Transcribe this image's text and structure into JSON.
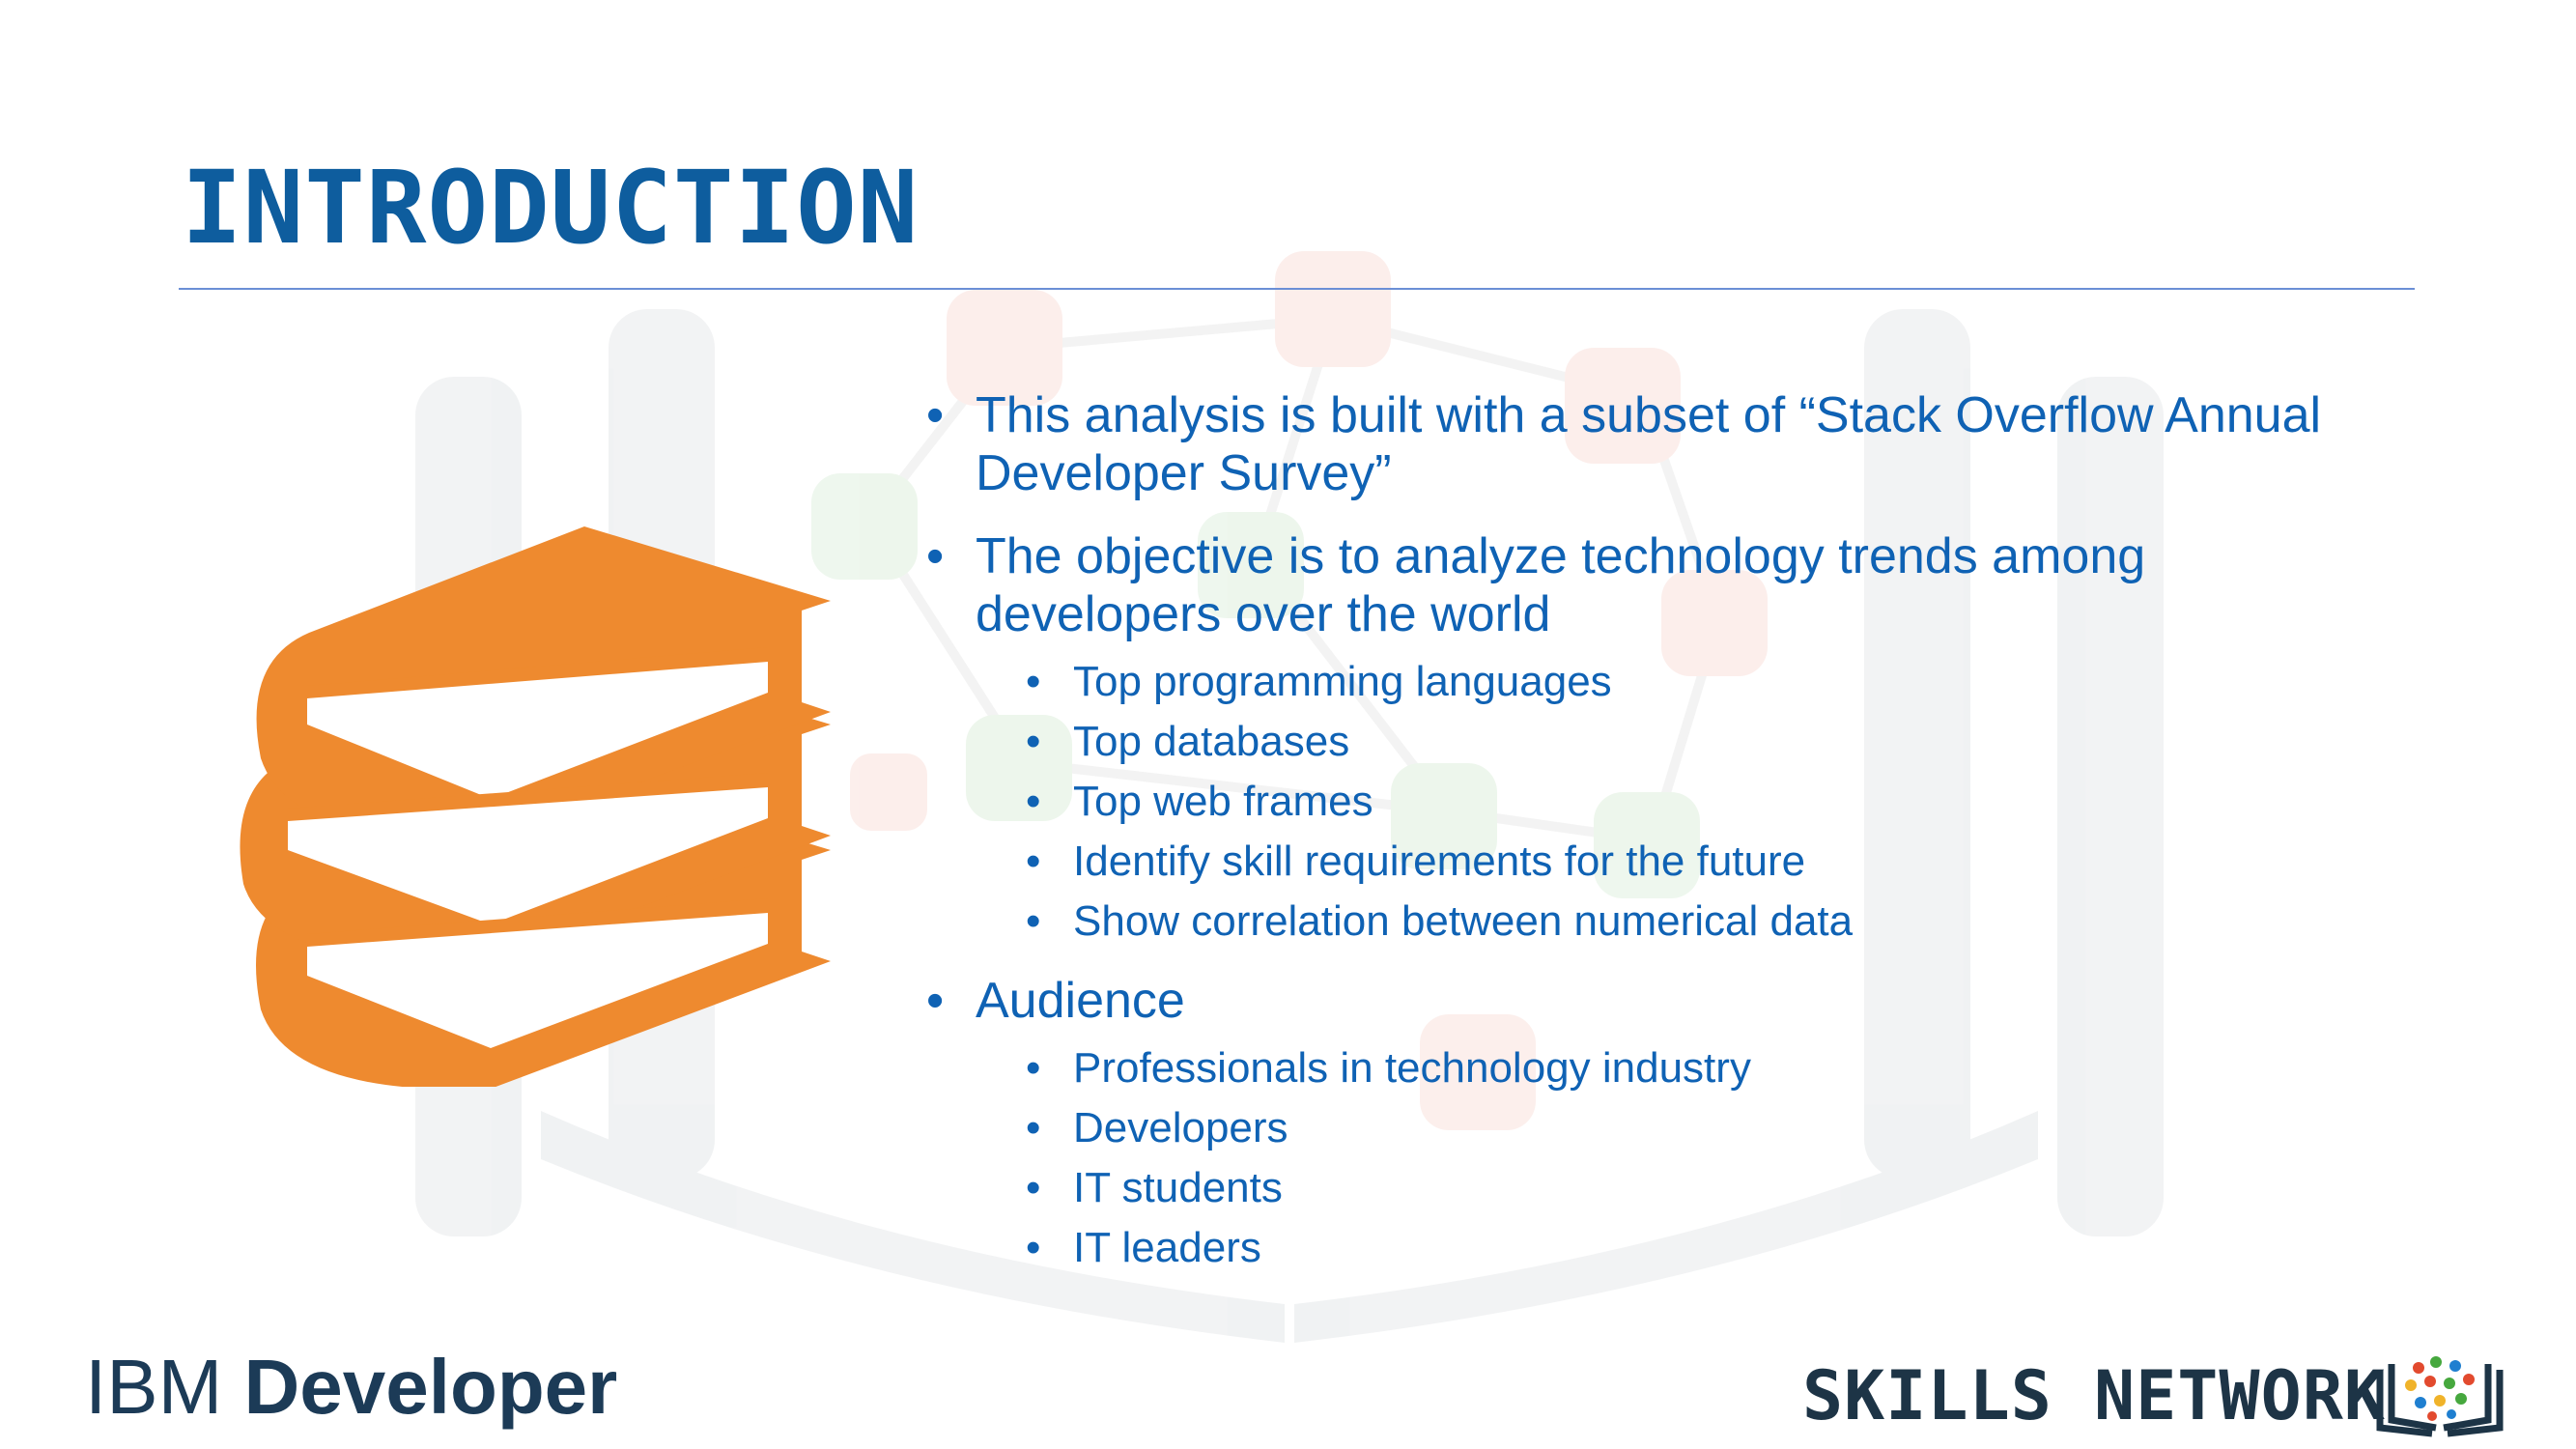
{
  "slide": {
    "title": "INTRODUCTION",
    "bullets": [
      {
        "text": "This analysis is built with a subset of “Stack Overflow Annual Developer Survey”",
        "sub": []
      },
      {
        "text": "The objective is to analyze technology trends among developers over the world",
        "sub": [
          "Top programming languages",
          "Top databases",
          "Top web frames",
          "Identify skill requirements for the future",
          "Show correlation between numerical data"
        ]
      },
      {
        "text": "Audience",
        "sub": [
          "Professionals in technology industry",
          "Developers",
          "IT students",
          "IT leaders"
        ]
      }
    ]
  },
  "footer": {
    "ibm_brand": "IBM",
    "ibm_product": "Developer",
    "skills_network": "SKILLS NETWORK"
  },
  "icons": {
    "books": "books-stack-icon",
    "skills_network": "open-book-network-icon"
  },
  "colors": {
    "title": "#0e5d9e",
    "bullet_text": "#0f62b4",
    "books": "#ee8a2f",
    "rule": "#6b8fd6"
  }
}
